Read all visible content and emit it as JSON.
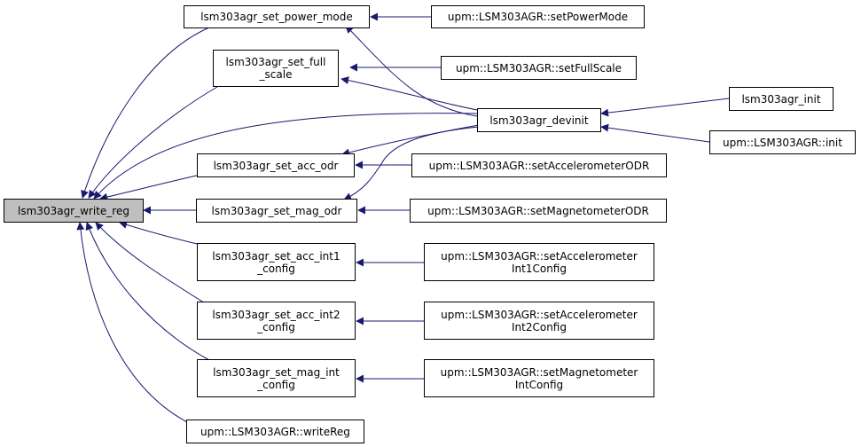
{
  "diagram": {
    "edge_color": "#191970",
    "root_fill": "#bfbfbf",
    "nodes": {
      "write_reg": {
        "line1": "lsm303agr_write_reg",
        "line2": ""
      },
      "set_power_mode": {
        "line1": "lsm303agr_set_power_mode",
        "line2": ""
      },
      "set_full_scale": {
        "line1": "lsm303agr_set_full",
        "line2": "_scale"
      },
      "devinit": {
        "line1": "lsm303agr_devinit",
        "line2": ""
      },
      "set_acc_odr": {
        "line1": "lsm303agr_set_acc_odr",
        "line2": ""
      },
      "set_mag_odr": {
        "line1": "lsm303agr_set_mag_odr",
        "line2": ""
      },
      "set_acc_int1": {
        "line1": "lsm303agr_set_acc_int1",
        "line2": "_config"
      },
      "set_acc_int2": {
        "line1": "lsm303agr_set_acc_int2",
        "line2": "_config"
      },
      "set_mag_int": {
        "line1": "lsm303agr_set_mag_int",
        "line2": "_config"
      },
      "writeReg": {
        "line1": "upm::LSM303AGR::writeReg",
        "line2": ""
      },
      "setPowerMode": {
        "line1": "upm::LSM303AGR::setPowerMode",
        "line2": ""
      },
      "setFullScale": {
        "line1": "upm::LSM303AGR::setFullScale",
        "line2": ""
      },
      "init_c": {
        "line1": "lsm303agr_init",
        "line2": ""
      },
      "init_cpp": {
        "line1": "upm::LSM303AGR::init",
        "line2": ""
      },
      "setAccODR": {
        "line1": "upm::LSM303AGR::setAccelerometerODR",
        "line2": ""
      },
      "setMagODR": {
        "line1": "upm::LSM303AGR::setMagnetometerODR",
        "line2": ""
      },
      "setAccInt1": {
        "line1": "upm::LSM303AGR::setAccelerometer",
        "line2": "Int1Config"
      },
      "setAccInt2": {
        "line1": "upm::LSM303AGR::setAccelerometer",
        "line2": "Int2Config"
      },
      "setMagInt": {
        "line1": "upm::LSM303AGR::setMagnetometer",
        "line2": "IntConfig"
      }
    }
  }
}
